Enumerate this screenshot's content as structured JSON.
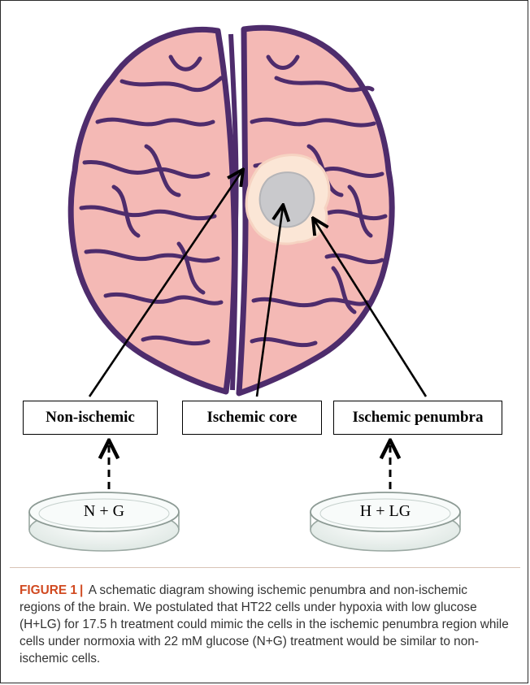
{
  "figure": {
    "boxes": {
      "non_ischemic": "Non-ischemic",
      "ischemic_core": "Ischemic core",
      "ischemic_penumbra": "Ischemic penumbra"
    },
    "dishes": {
      "left": "N + G",
      "right": "H + LG"
    },
    "colors": {
      "brain_fill": "#f4b9b5",
      "brain_outline": "#4e2c6c",
      "core": "#c9c9cc",
      "penumbra": "#fbe6d6"
    }
  },
  "caption": {
    "figure_number": "FIGURE 1",
    "separator": "|",
    "text": "A schematic diagram showing ischemic penumbra and non-ischemic regions of the brain. We postulated that HT22 cells under hypoxia with low glucose (H+LG) for 17.5 h treatment could mimic the cells in the ischemic penumbra region while cells under normoxia with 22 mM glucose (N+G) treatment would be similar to non-ischemic cells."
  }
}
